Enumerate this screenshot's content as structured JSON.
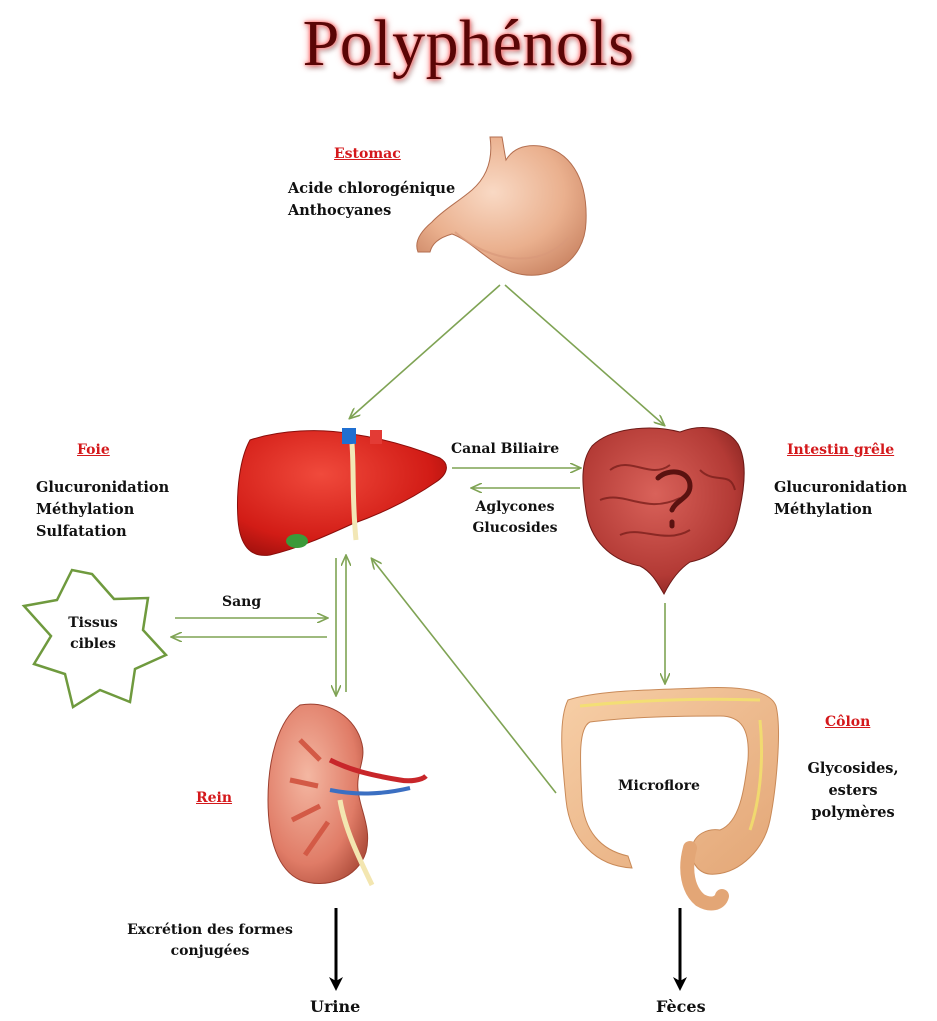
{
  "title": "Polyphénols",
  "estomac": {
    "title": "Estomac",
    "lines": [
      "Acide chlorogénique",
      "Anthocyanes"
    ]
  },
  "foie": {
    "title": "Foie",
    "lines": [
      "Glucuronidation",
      "Méthylation",
      "Sulfatation"
    ]
  },
  "intestin": {
    "title": "Intestin grêle",
    "lines": [
      "Glucuronidation",
      "Méthylation"
    ]
  },
  "colon": {
    "title": "Côlon",
    "lines": [
      "Glycosides,",
      "esters",
      "polymères"
    ],
    "inner": "Microflore"
  },
  "rein": {
    "title": "Rein"
  },
  "tissus": {
    "lines": [
      "Tissus",
      "cibles"
    ]
  },
  "arrows": {
    "canal": "Canal Biliaire",
    "aglycones": "Aglycones",
    "glucosides": "Glucosides",
    "sang": "Sang"
  },
  "excretion": {
    "lines": [
      "Excrétion des formes",
      "conjugées"
    ]
  },
  "outputs": {
    "urine": "Urine",
    "feces": "Fèces"
  },
  "colors": {
    "arrow_green": "#7fa354",
    "organ_title": "#d4181b",
    "title_text": "#5a0606",
    "star_outline": "#6f9a3e"
  },
  "icons": [
    "stomach-image",
    "liver-image",
    "small-intestine-image",
    "kidney-image",
    "colon-image",
    "target-tissue-star"
  ]
}
